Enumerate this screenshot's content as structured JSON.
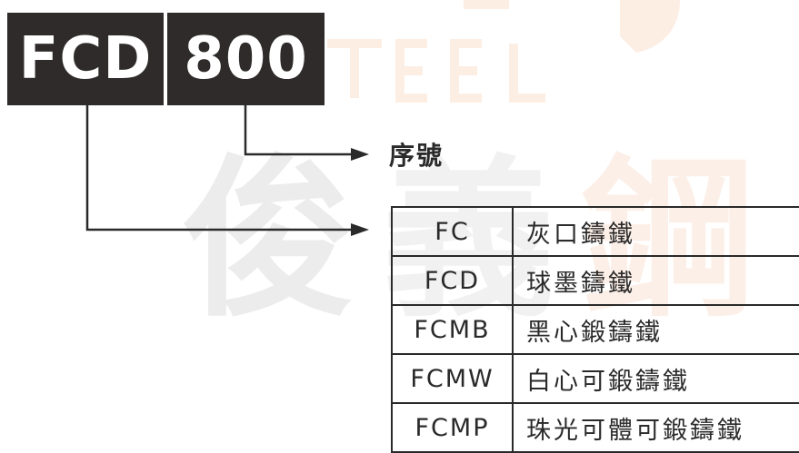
{
  "code": {
    "prefix": "FCD",
    "number": "800"
  },
  "serial_label": "序號",
  "watermark": {
    "text": "俊義鋼",
    "brand_letters": "STEEL"
  },
  "table": {
    "rows": [
      {
        "code": "FC",
        "name": "灰口鑄鐵"
      },
      {
        "code": "FCD",
        "name": "球墨鑄鐵"
      },
      {
        "code": "FCMB",
        "name": "黑心鍛鑄鐵"
      },
      {
        "code": "FCMW",
        "name": "白心可鍛鑄鐵"
      },
      {
        "code": "FCMP",
        "name": "珠光可體可鍛鑄鐵"
      }
    ]
  },
  "colors": {
    "code_box_bg": "#2f2b2a",
    "code_box_text": "#ffffff",
    "line": "#2a2a2a",
    "watermark_gray": "#ededed",
    "watermark_orange": "#fdeee4"
  }
}
